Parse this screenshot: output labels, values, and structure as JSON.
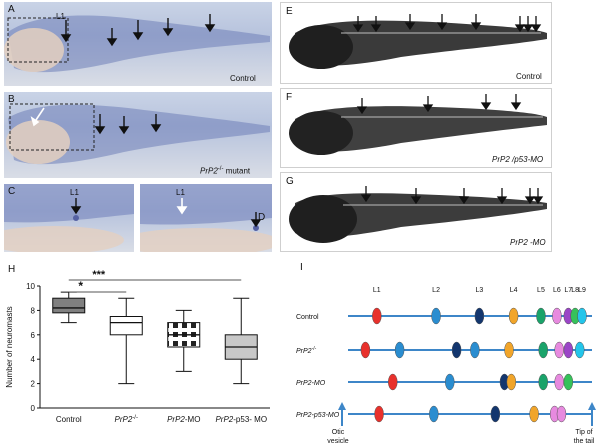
{
  "panels": {
    "A": {
      "label": "A",
      "caption": "Control",
      "marker": "L1"
    },
    "B": {
      "label": "B",
      "caption_gene": "PrP2",
      "caption_sup": "-/-",
      "caption_suffix": " mutant"
    },
    "C": {
      "label": "C",
      "marker": "L1"
    },
    "D": {
      "label": "D",
      "marker": "L1"
    },
    "E": {
      "label": "E",
      "caption": "Control"
    },
    "F": {
      "label": "F",
      "caption": "PrP2 /p53-MO"
    },
    "G": {
      "label": "G",
      "caption": "PrP2 -MO"
    },
    "H": {
      "label": "H"
    },
    "I": {
      "label": "I"
    }
  },
  "chart_data": [
    {
      "type": "box",
      "ylabel": "Number of neuromasts",
      "ylim": [
        0,
        10
      ],
      "yticks": [
        0,
        2,
        4,
        6,
        8,
        10
      ],
      "grid": false,
      "categories": [
        "Control",
        "PrP2-/-",
        "PrP2-MO",
        "PrP2-p53- MO"
      ],
      "category_labels": [
        {
          "main": "Control",
          "italic": "",
          "sup": "",
          "rest": ""
        },
        {
          "main": "",
          "italic": "PrP2",
          "sup": "-/-",
          "rest": ""
        },
        {
          "main": "",
          "italic": "PrP2",
          "sup": "",
          "rest": "-MO"
        },
        {
          "main": "",
          "italic": "PrP2",
          "sup": "",
          "rest": "-p53- MO"
        }
      ],
      "boxes": [
        {
          "min": 7,
          "q1": 7.8,
          "median": 8.2,
          "q3": 9,
          "max": 9.5,
          "fill": "#808080",
          "pattern": "none"
        },
        {
          "min": 2,
          "q1": 6,
          "median": 7,
          "q3": 7.5,
          "max": 9,
          "fill": "#ffffff",
          "pattern": "none"
        },
        {
          "min": 3,
          "q1": 5,
          "median": 6,
          "q3": 7,
          "max": 8,
          "fill": "#ffffff",
          "pattern": "squares"
        },
        {
          "min": 2,
          "q1": 4,
          "median": 5,
          "q3": 6,
          "max": 9,
          "fill": "#c8c8c8",
          "pattern": "none"
        }
      ],
      "significance": [
        {
          "from": 0,
          "to": 1,
          "label": "*"
        },
        {
          "from": 0,
          "to": 3,
          "label": "***"
        }
      ]
    },
    {
      "type": "diagram",
      "neuromast_labels": [
        "L1",
        "L2",
        "L3",
        "L4",
        "L5",
        "L6",
        "L7",
        "L8",
        "L9"
      ],
      "rows": [
        {
          "label": "Control",
          "italic": false,
          "dots": [
            [
              0.1,
              "#e8312c"
            ],
            [
              0.36,
              "#2a8dd0"
            ],
            [
              0.55,
              "#13366e"
            ],
            [
              0.7,
              "#f1a52a"
            ],
            [
              0.82,
              "#1aa36a"
            ],
            [
              0.89,
              "#e78adf"
            ],
            [
              0.94,
              "#9b45c7"
            ],
            [
              0.97,
              "#36c25a"
            ],
            [
              1.0,
              "#23c5ea"
            ]
          ]
        },
        {
          "label": "PrP2",
          "sup": "-/-",
          "italic": true,
          "dots": [
            [
              0.05,
              "#e8312c"
            ],
            [
              0.2,
              "#2a8dd0"
            ],
            [
              0.45,
              "#13366e"
            ],
            [
              0.53,
              "#2a8dd0"
            ],
            [
              0.68,
              "#f1a52a"
            ],
            [
              0.83,
              "#1aa36a"
            ],
            [
              0.9,
              "#e78adf"
            ],
            [
              0.94,
              "#9b45c7"
            ],
            [
              0.99,
              "#23c5ea"
            ]
          ]
        },
        {
          "label": "PrP2-MO",
          "italic": true,
          "dots": [
            [
              0.17,
              "#e8312c"
            ],
            [
              0.42,
              "#2a8dd0"
            ],
            [
              0.66,
              "#13366e"
            ],
            [
              0.69,
              "#f1a52a"
            ],
            [
              0.83,
              "#1aa36a"
            ],
            [
              0.9,
              "#e78adf"
            ],
            [
              0.94,
              "#36c25a"
            ]
          ]
        },
        {
          "label": "PrP2-p53-MO",
          "italic": true,
          "dots": [
            [
              0.11,
              "#e8312c"
            ],
            [
              0.35,
              "#2a8dd0"
            ],
            [
              0.62,
              "#13366e"
            ],
            [
              0.79,
              "#f1a52a"
            ],
            [
              0.88,
              "#e78adf"
            ],
            [
              0.91,
              "#e78adf"
            ]
          ]
        }
      ],
      "start_label": [
        "Otic",
        "vesicle"
      ],
      "end_label": [
        "Tip of",
        "the tail"
      ]
    }
  ]
}
